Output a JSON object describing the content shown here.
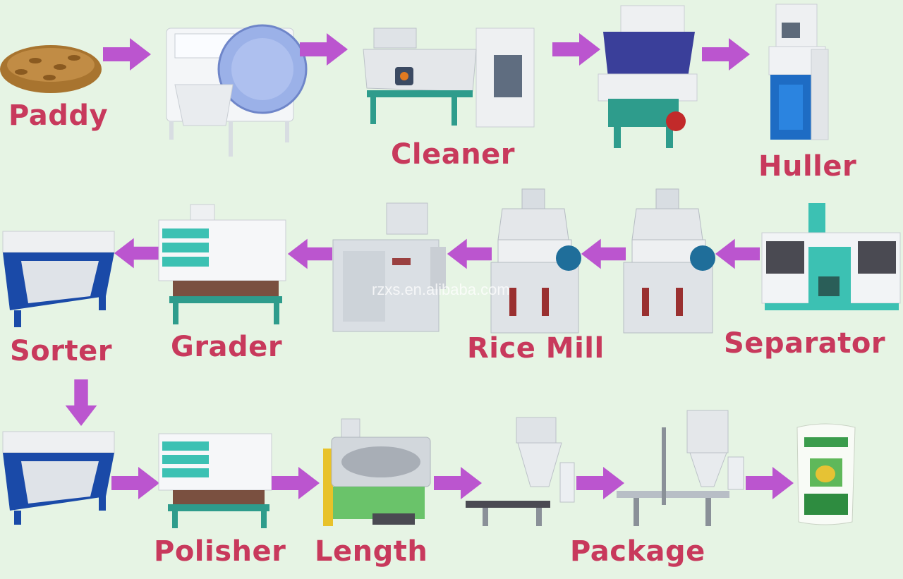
{
  "labels": {
    "paddy": "Paddy",
    "cleaner": "Cleaner",
    "huller": "Huller",
    "separator": "Separator",
    "rice_mill": "Rice Mill",
    "grader_top": "Grader",
    "sorter_top": "Sorter",
    "polisher": "Polisher",
    "length": "Length",
    "package": "Package"
  },
  "watermark": "rzxs.en.alibaba.com",
  "colors": {
    "label": "#c8395c",
    "arrow": "#bb55cf",
    "background": "#e6f4e4"
  }
}
